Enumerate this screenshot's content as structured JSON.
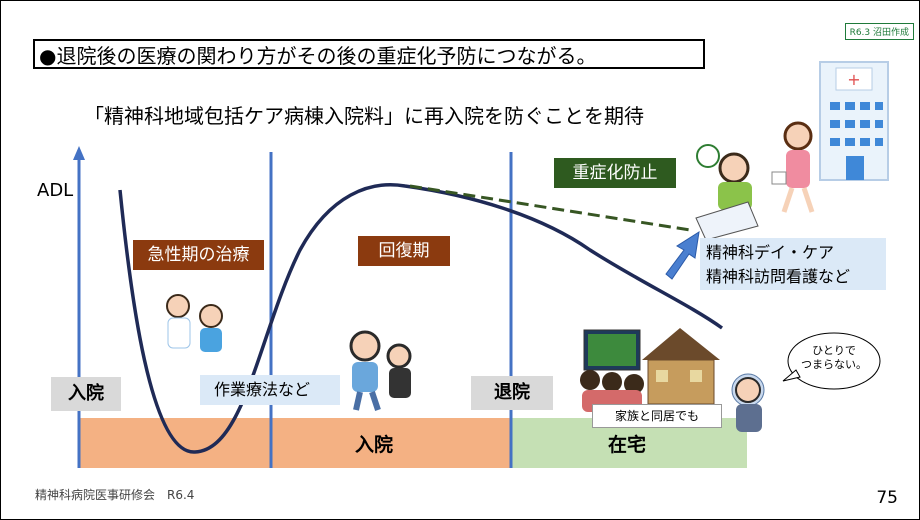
{
  "stamp": "R6.3 沼田作成",
  "headline": "●退院後の医療の関わり方がその後の重症化予防につながる。",
  "subtitle": "「精神科地域包括ケア病棟入院料」に再入院を防ぐことを期待",
  "axis_label": "ADL",
  "labels": {
    "acute": "急性期の治療",
    "recovery": "回復期",
    "prevention": "重症化防止",
    "occupational": "作業療法など",
    "daycare": "精神科デイ・ケア\n精神科訪問看護など",
    "admission_left": "入院",
    "discharge": "退院",
    "family": "家族と同居でも",
    "bubble": "ひとりで\nつまらない。"
  },
  "bands": {
    "hospital": "入院",
    "home": "在宅"
  },
  "footer": "精神科病院医事研修会　R6.4",
  "page_number": "75",
  "colors": {
    "curve": "#1f2a56",
    "divider": "#4472c4",
    "band_orange": "#f4b183",
    "band_green": "#c5e0b4",
    "dashed": "#375623"
  }
}
